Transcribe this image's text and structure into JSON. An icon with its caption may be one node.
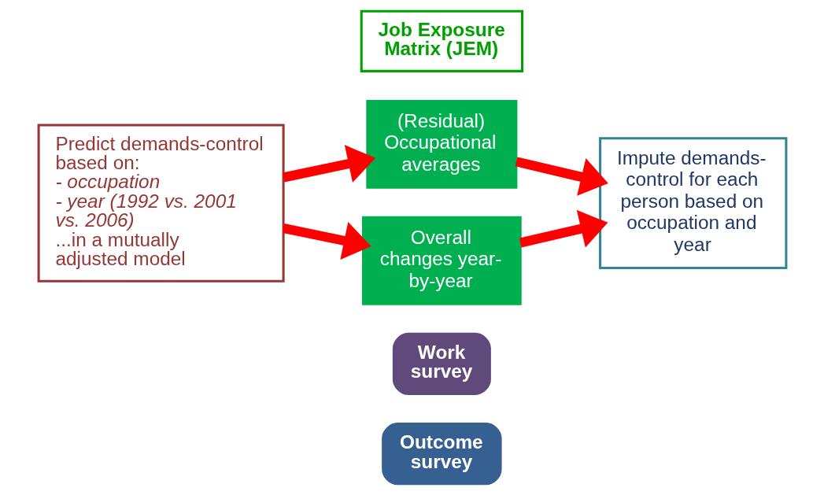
{
  "diagram": {
    "nodes": [
      {
        "text": [
          "Predict demands-control based on:",
          "- occupation",
          "- year (1992 vs. 2001 vs. 2006)",
          "...in a mutually adjusted model"
        ]
      },
      {
        "text": [
          "Job Exposure Matrix (JEM)"
        ]
      },
      {
        "text": [
          "(Residual) Occupational averages"
        ]
      },
      {
        "text": [
          "Overall changes year-by-year"
        ]
      },
      {
        "text": [
          "Impute demands-control for each person based on occupation and year"
        ]
      },
      {
        "text": [
          "Work survey"
        ]
      },
      {
        "text": [
          "Outcome survey"
        ]
      }
    ],
    "edges": [
      {
        "from": 0,
        "to": 2,
        "arrow": "to"
      },
      {
        "from": 0,
        "to": 3,
        "arrow": "to"
      },
      {
        "from": 2,
        "to": 4,
        "arrow": "to"
      },
      {
        "from": 3,
        "to": 4,
        "arrow": "to"
      }
    ]
  }
}
